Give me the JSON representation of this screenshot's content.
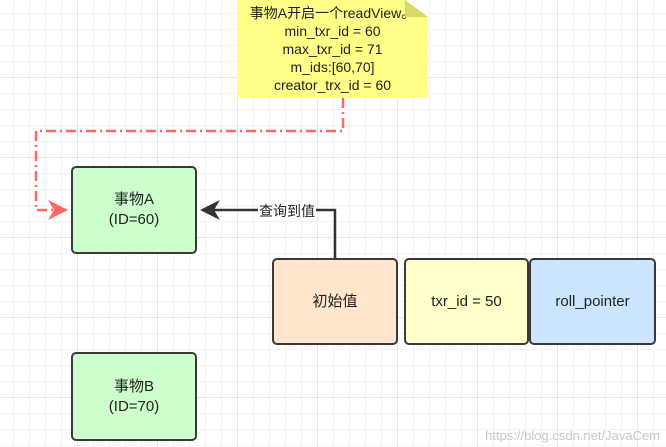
{
  "note": {
    "lines": [
      "事物A开启一个readView。",
      "min_txr_id = 60",
      "max_txr_id = 71",
      "m_ids:[60,70]",
      "creator_trx_id = 60"
    ]
  },
  "nodes": {
    "txn_a": {
      "line1": "事物A",
      "line2": "(ID=60)"
    },
    "txn_b": {
      "line1": "事物B",
      "line2": "(ID=70)"
    },
    "initial_value": {
      "label": "初始值"
    },
    "trx_id": {
      "label": "txr_id = 50"
    },
    "roll_pointer": {
      "label": "roll_pointer"
    }
  },
  "edges": {
    "query_label": "查询到值"
  },
  "watermark": "https://blog.csdn.net/JavaCem",
  "colors": {
    "green_fill": "#ccffcc",
    "peach_fill": "#ffe6cc",
    "yellow_fill": "#ffffcc",
    "blue_fill": "#cce5ff",
    "note_fill": "#ffff88",
    "dashed_arrow": "#ff6666",
    "solid_arrow": "#333333"
  }
}
